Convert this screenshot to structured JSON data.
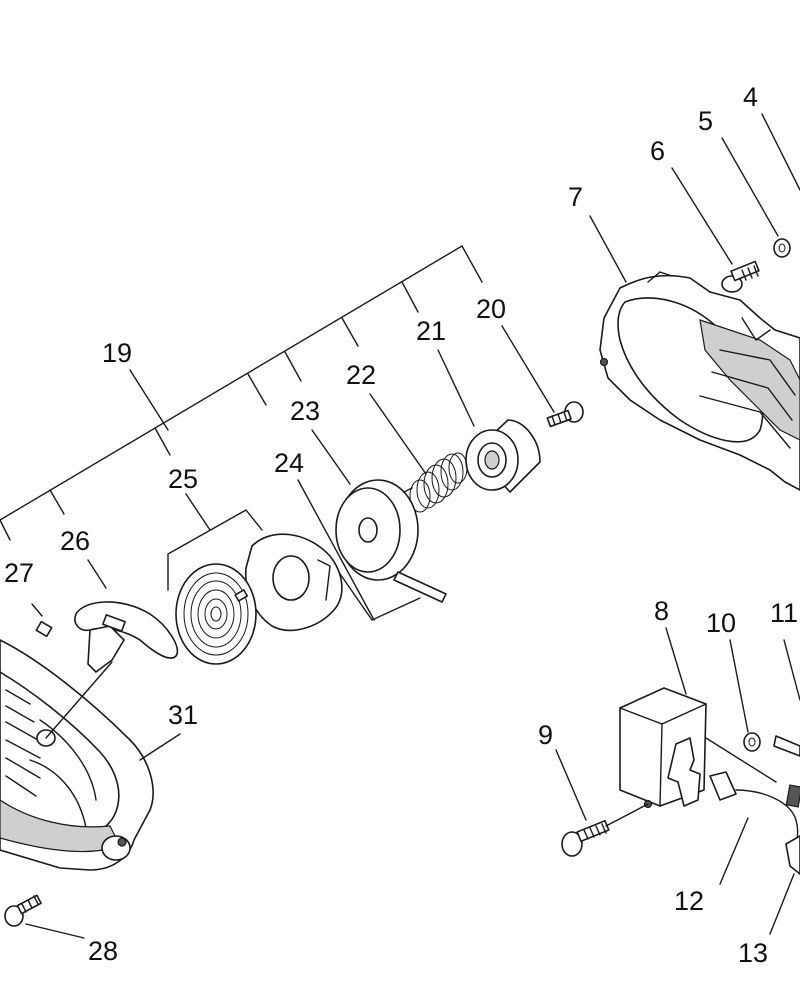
{
  "callouts": [
    {
      "id": "c4",
      "text": "4"
    },
    {
      "id": "c5",
      "text": "5"
    },
    {
      "id": "c6",
      "text": "6"
    },
    {
      "id": "c7",
      "text": "7"
    },
    {
      "id": "c8",
      "text": "8"
    },
    {
      "id": "c9",
      "text": "9"
    },
    {
      "id": "c10",
      "text": "10"
    },
    {
      "id": "c11",
      "text": "11"
    },
    {
      "id": "c12",
      "text": "12"
    },
    {
      "id": "c13",
      "text": "13"
    },
    {
      "id": "c19",
      "text": "19"
    },
    {
      "id": "c20",
      "text": "20"
    },
    {
      "id": "c21",
      "text": "21"
    },
    {
      "id": "c22",
      "text": "22"
    },
    {
      "id": "c23",
      "text": "23"
    },
    {
      "id": "c24",
      "text": "24"
    },
    {
      "id": "c25",
      "text": "25"
    },
    {
      "id": "c26",
      "text": "26"
    },
    {
      "id": "c27",
      "text": "27"
    },
    {
      "id": "c28",
      "text": "28"
    },
    {
      "id": "c31",
      "text": "31"
    }
  ]
}
